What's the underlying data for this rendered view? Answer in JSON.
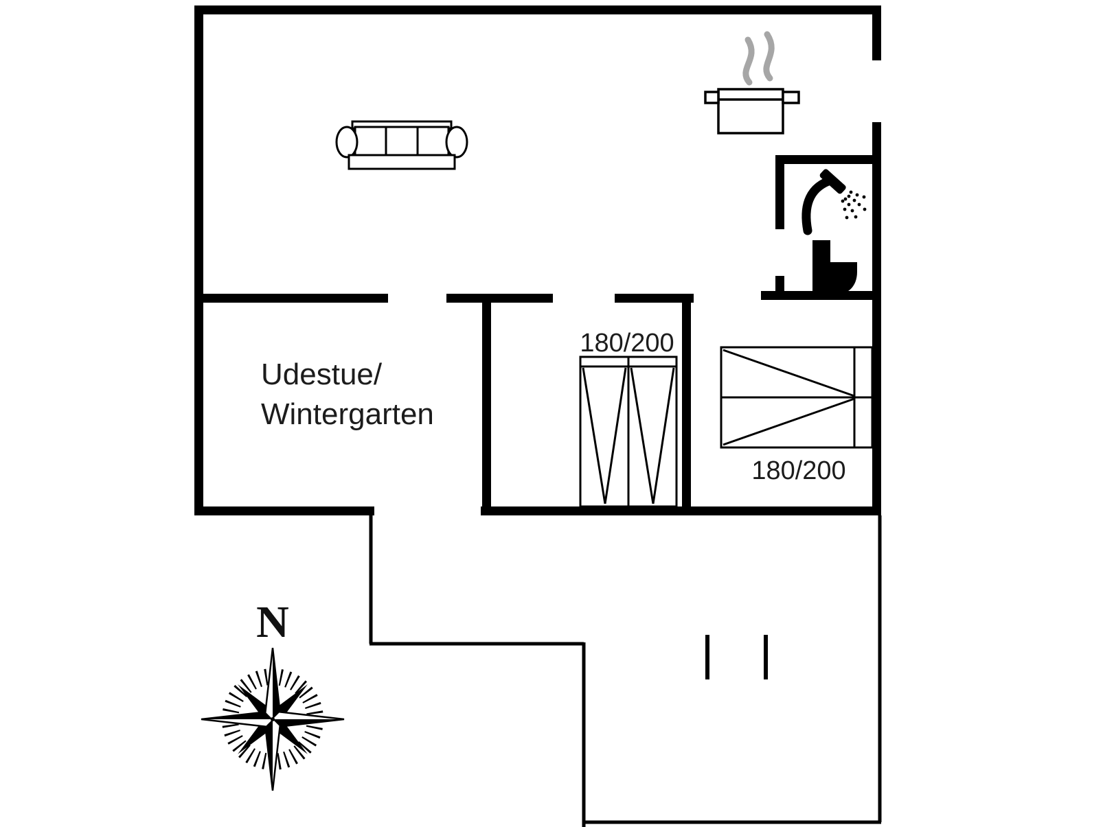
{
  "floorplan": {
    "room_label": {
      "line1": "Udestue/",
      "line2": "Wintergarten"
    },
    "beds": [
      {
        "size": "180/200",
        "orientation": "vertical"
      },
      {
        "size": "180/200",
        "orientation": "horizontal"
      }
    ],
    "compass": {
      "north": "N"
    },
    "icons": [
      "sofa-icon",
      "cooking-pot-icon",
      "steam-icon",
      "shower-icon",
      "toilet-icon",
      "compass-rose-icon"
    ],
    "colors": {
      "wall": "#000000",
      "text": "#1c1c1c",
      "steam": "#a6a6a6"
    }
  }
}
